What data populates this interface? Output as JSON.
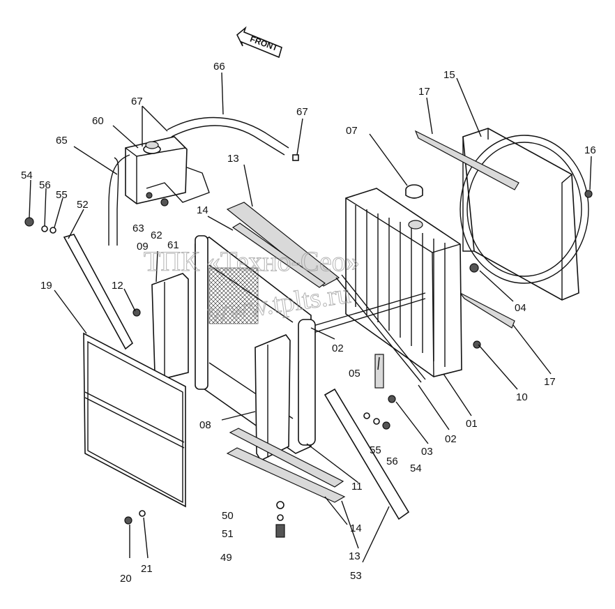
{
  "diagram": {
    "front_label": "FRONT",
    "watermark_line1": "ТПК «Техно-Сео»",
    "watermark_line2": "www.tplts.ru",
    "part_numbers": [
      "66",
      "67",
      "67",
      "60",
      "65",
      "15",
      "17",
      "07",
      "16",
      "54",
      "56",
      "55",
      "52",
      "63",
      "62",
      "61",
      "13",
      "14",
      "09",
      "12",
      "19",
      "04",
      "10",
      "17",
      "02",
      "05",
      "01",
      "08",
      "02",
      "55",
      "56",
      "03",
      "54",
      "11",
      "50",
      "51",
      "49",
      "14",
      "13",
      "53",
      "20",
      "21"
    ]
  }
}
